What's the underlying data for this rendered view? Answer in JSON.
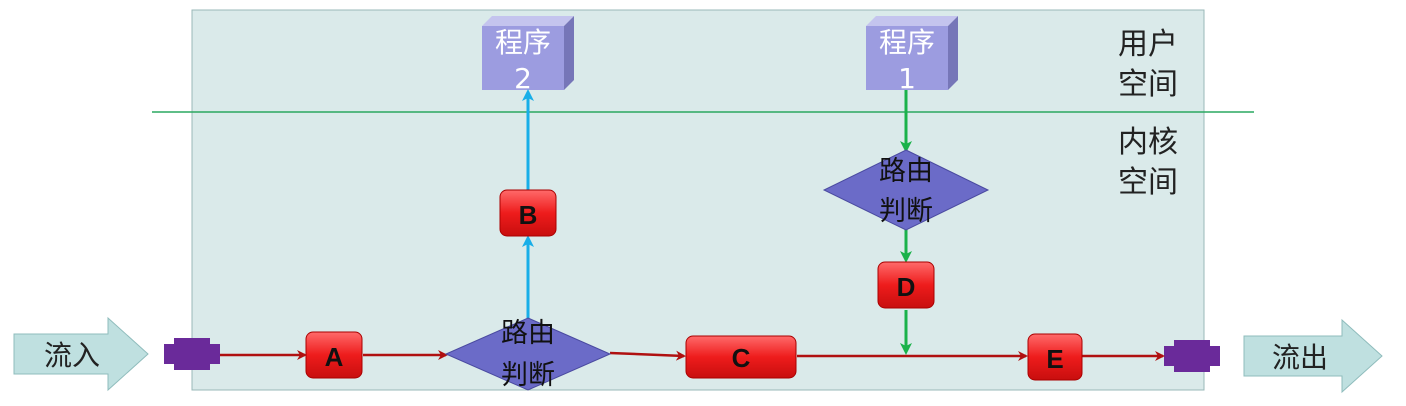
{
  "zones": {
    "user_line1": "用户",
    "user_line2": "空间",
    "kernel_line1": "内核",
    "kernel_line2": "空间"
  },
  "programs": [
    {
      "line1": "程序",
      "line2": "2"
    },
    {
      "line1": "程序",
      "line2": "1"
    }
  ],
  "routing": [
    {
      "line1": "路由",
      "line2": "判断"
    },
    {
      "line1": "路由",
      "line2": "判断"
    }
  ],
  "hooks": [
    "A",
    "B",
    "C",
    "D",
    "E"
  ],
  "flow": {
    "in": "流入",
    "out": "流出"
  },
  "colors": {
    "panel": "#daeaea",
    "program": "#9c9ce0",
    "routing": "#6b6bc8",
    "hook": "#ee1c1c",
    "port": "#6a2a9a",
    "red_arrow": "#b01010",
    "blue_arrow": "#18aee8",
    "green_arrow": "#1ab24a",
    "flow_arrow": "#bfe0e0"
  }
}
